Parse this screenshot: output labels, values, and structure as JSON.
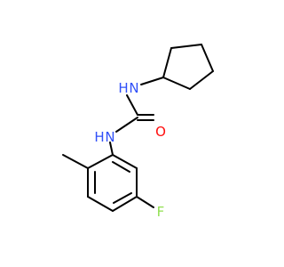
{
  "molecule": {
    "atoms": {
      "nh_top": "N",
      "h_top": "H",
      "oxygen": "O",
      "nh_bottom": "N",
      "h_bottom": "H",
      "fluorine": "F"
    },
    "colors": {
      "nitrogen": "#3050F8",
      "oxygen": "#FF0D0D",
      "fluorine": "#90E050",
      "bond": "#000000"
    }
  }
}
